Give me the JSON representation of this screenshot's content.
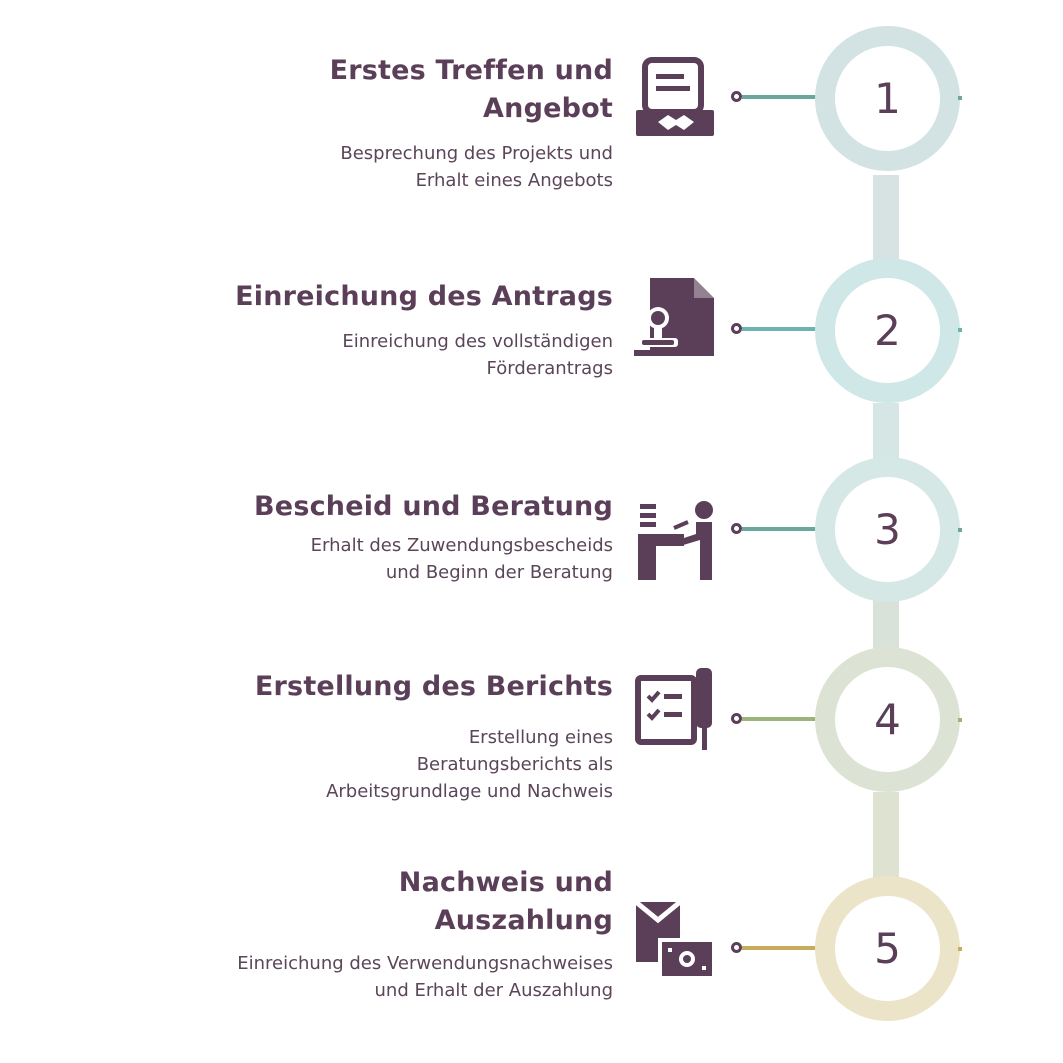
{
  "colors": {
    "primary": "#5b3f58",
    "ring": [
      "#d3e2e3",
      "#cfe7e7",
      "#d6e8e6",
      "#dde3d4",
      "#ece4c8"
    ],
    "line": [
      "#6aa89e",
      "#6bb4b0",
      "#6aa89e",
      "#9cb47a",
      "#c7ac5e"
    ],
    "vbar": [
      "#d7e3e2",
      "#d6e6e4",
      "#d8e2d8",
      "#dde2d1"
    ]
  },
  "steps": [
    {
      "number": "1",
      "title_lines": [
        "Erstes Treffen und",
        "Angebot"
      ],
      "desc_lines": [
        "Besprechung des Projekts und",
        "Erhalt eines Angebots"
      ],
      "icon": "handshake-document-icon"
    },
    {
      "number": "2",
      "title_lines": [
        "Einreichung des Antrags"
      ],
      "desc_lines": [
        "Einreichung des vollständigen",
        "Förderantrags"
      ],
      "icon": "stamp-document-icon"
    },
    {
      "number": "3",
      "title_lines": [
        "Bescheid und Beratung"
      ],
      "desc_lines": [
        "Erhalt des Zuwendungsbescheids",
        "und Beginn der Beratung"
      ],
      "icon": "consultant-desk-icon"
    },
    {
      "number": "4",
      "title_lines": [
        "Erstellung des Berichts"
      ],
      "desc_lines": [
        "Erstellung eines",
        "Beratungsberichts als",
        "Arbeitsgrundlage und Nachweis"
      ],
      "icon": "checklist-pen-icon"
    },
    {
      "number": "5",
      "title_lines": [
        "Nachweis und",
        "Auszahlung"
      ],
      "desc_lines": [
        "Einreichung des Verwendungsnachweises",
        "und Erhalt der Auszahlung"
      ],
      "icon": "mail-money-icon"
    }
  ]
}
